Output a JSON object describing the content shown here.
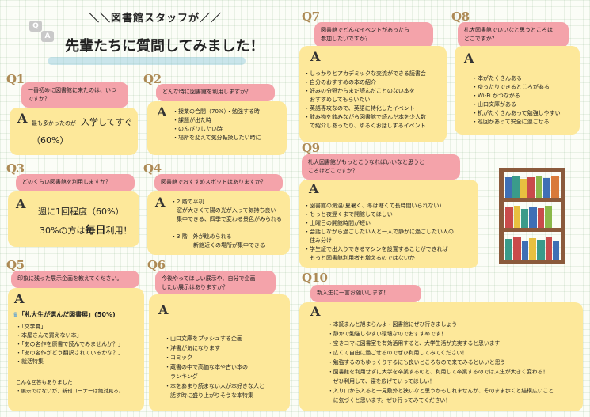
{
  "header": {
    "qa_left": "Q",
    "qa_right": "A",
    "line1": "＼＼図書館スタッフが／／",
    "line2": "先輩たちに質問してみました！"
  },
  "q1": {
    "label": "Q1",
    "question": [
      "一番初めに図書館に来たのは、いつ",
      "ですか？"
    ],
    "a": "A",
    "answer_small": "最も多かったのが",
    "answer_big": "入学してすぐ",
    "answer_pct": "（60%）"
  },
  "q2": {
    "label": "Q2",
    "question": [
      "どんな時に図書館を利用しますか？"
    ],
    "a": "A",
    "answer": [
      "・授業の合間（70%）・勉強する時",
      "・課題が出た時",
      "・のんびりしたい時",
      "・場所を変えて気分転換したい時に"
    ]
  },
  "q3": {
    "label": "Q3",
    "question": [
      "どのくらい図書館を利用しますか？"
    ],
    "a": "A",
    "answer_line1": "週に1回程度（60%）",
    "answer_line2_pre": "30%の方は",
    "answer_line2_bold": "毎日",
    "answer_line2_post": "利用！"
  },
  "q4": {
    "label": "Q4",
    "question": [
      "図書館でおすすめスポットはありますか？"
    ],
    "a": "A",
    "answer": [
      "・2 階の平机",
      "　窓が大きくて陽の光が入って気持ち良い",
      "　集中できる、四季で変わる景色がみられる",
      "",
      "・3 階　外が眺められる",
      "　　　　新館近くの場所が集中できる"
    ]
  },
  "q5": {
    "label": "Q5",
    "question": [
      "印象に残った展示企画を教えてください。"
    ],
    "a": "A",
    "crown": "♛",
    "highlight": "「札大生が選んだ図書展」(50%)",
    "answer": [
      "・「文学賞」",
      "・本屋さんで買えない本」",
      "・「あの名作を原書で読んでみませんか？」",
      "・「あの名作がどう翻訳されているかな？」",
      "・就活特集"
    ],
    "note": [
      "こんな回答もありました",
      "・展示ではないが、新刊コーナーは絶対見る。"
    ]
  },
  "q6": {
    "label": "Q6",
    "question": [
      "今後やってほしい展示や、自分で企画",
      "したい展示はありますか？"
    ],
    "a": "A",
    "answer": [
      "・山口文庫をプッシュする企画",
      "・洋書が気になります",
      "・コミック",
      "・蔵書の中で高価な本や古い本の",
      "　ランキング",
      "・本をあまり読まない人が本好きな人と",
      "　話す時に盛り上がりそうな本特集"
    ]
  },
  "q7": {
    "label": "Q7",
    "question": [
      "図書館でどんなイベントがあったら",
      "参加したいですか？"
    ],
    "a": "A",
    "answer": [
      "・しっかりとアカデミックな交流ができる読書会",
      "・自分のおすすめの本の紹介",
      "・好みの分野からまだ読んだことのない本を",
      "　おすすめしてもらいたい",
      "・英語専攻なので、英語に特化したイベント",
      "・飲み物を飲みながら図書館で読んだ本を少人数",
      "　で紹介しあったり、ゆるくお話しするイベント"
    ]
  },
  "q8": {
    "label": "Q8",
    "question": [
      "札大図書館でいいなと思うところは",
      "どこですか？"
    ],
    "a": "A",
    "answer": [
      "・本がたくさんある",
      "・ゆったりできるところがある",
      "・Wi-Fi がつながる",
      "・山口文庫がある",
      "・机がたくさんあって勉強しやすい",
      "・巡回があって安全に過ごせる"
    ]
  },
  "q9": {
    "label": "Q9",
    "question": [
      "札大図書館がもっとこうなればいいなと思うと",
      "ころはどこですか？"
    ],
    "a": "A",
    "answer": [
      "・図書館の気温(夏暑く、冬は寒くて長時間いられない)",
      "・もっと夜遅くまで開館してほしい",
      "・土曜日の開館時間が短い",
      "・会話しながら過ごしたい人と一人で静かに過ごしたい人の",
      "　住み分け",
      "・学生証で出入りできるマシンを設置することができれば",
      "　もっと図書館利用者も増えるのではないか"
    ]
  },
  "q10": {
    "label": "Q10",
    "question": [
      "新入生に一言お願いします！"
    ],
    "a": "A",
    "answer": [
      "・本読まんと旭まらんよ・図書館にぜひ行きましょう",
      "・静かで勉強しやすい環境なのでおすすめです！",
      "・空きコマに図書室を有効活用すると、大学生活が充実すると思います",
      "・広くて自由に過ごせるのでぜひ利用してみてください！",
      "・勉強するのもゆっくりするにも良いところなので来てみるといいと思う",
      "・図書館を利用せずに大学を卒業するのと、利用して卒業するのでは人生が大きく変わる！",
      "　ぜひ利用して、寝を広げていってほしい！",
      "・入り口から入ると一見敷外と狭いなと思うかもしれませんが、そのまま歩くと結構広いこと",
      "　に気づくと思います。ぜひ行ってみてください！"
    ]
  },
  "colors": {
    "question_bg": "#f4a3aa",
    "answer_bg": "#fde89a",
    "label": "#ad8a55"
  }
}
